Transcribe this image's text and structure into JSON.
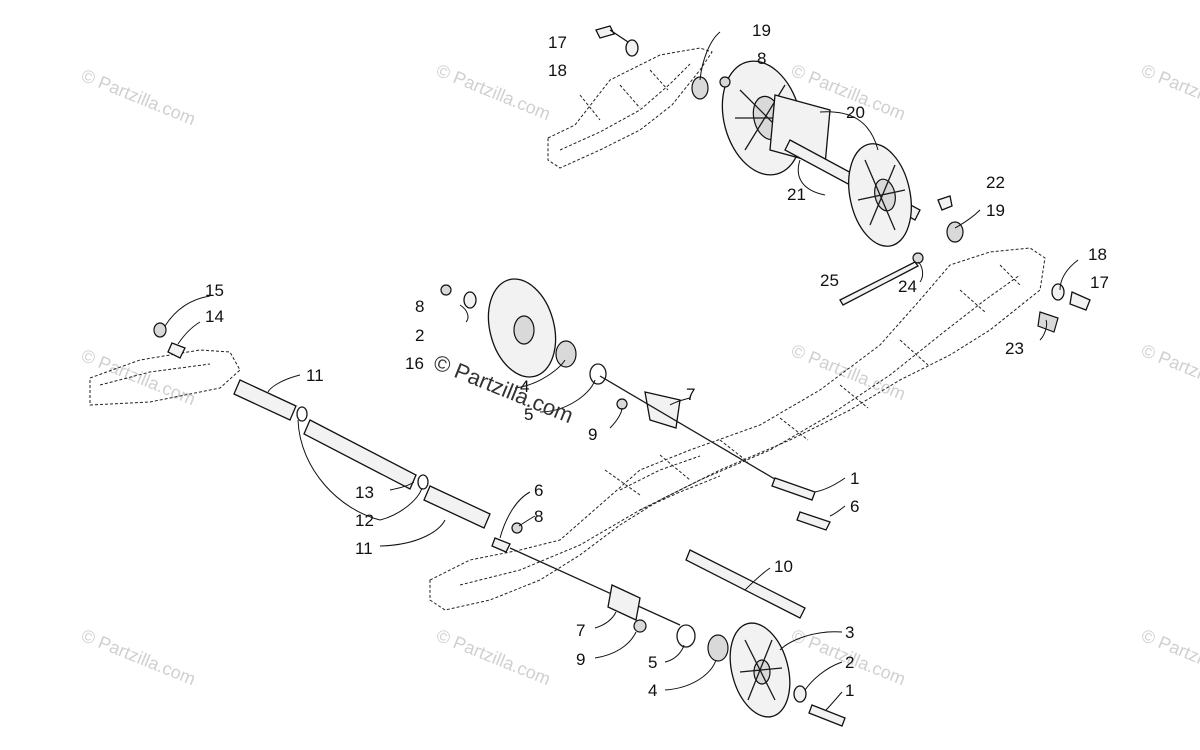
{
  "watermarks": {
    "text": "© Partzilla.com",
    "center_text": "© Partzilla.com"
  },
  "callouts": [
    {
      "label": "17"
    },
    {
      "label": "18"
    },
    {
      "label": "19"
    },
    {
      "label": "8"
    },
    {
      "label": "20"
    },
    {
      "label": "21"
    },
    {
      "label": "22"
    },
    {
      "label": "19"
    },
    {
      "label": "18"
    },
    {
      "label": "17"
    },
    {
      "label": "25"
    },
    {
      "label": "24"
    },
    {
      "label": "23"
    },
    {
      "label": "15"
    },
    {
      "label": "14"
    },
    {
      "label": "8"
    },
    {
      "label": "2"
    },
    {
      "label": "16"
    },
    {
      "label": "4"
    },
    {
      "label": "5"
    },
    {
      "label": "7"
    },
    {
      "label": "9"
    },
    {
      "label": "11"
    },
    {
      "label": "13"
    },
    {
      "label": "12"
    },
    {
      "label": "11"
    },
    {
      "label": "6"
    },
    {
      "label": "8"
    },
    {
      "label": "1"
    },
    {
      "label": "6"
    },
    {
      "label": "10"
    },
    {
      "label": "7"
    },
    {
      "label": "9"
    },
    {
      "label": "3"
    },
    {
      "label": "5"
    },
    {
      "label": "2"
    },
    {
      "label": "4"
    },
    {
      "label": "1"
    }
  ]
}
